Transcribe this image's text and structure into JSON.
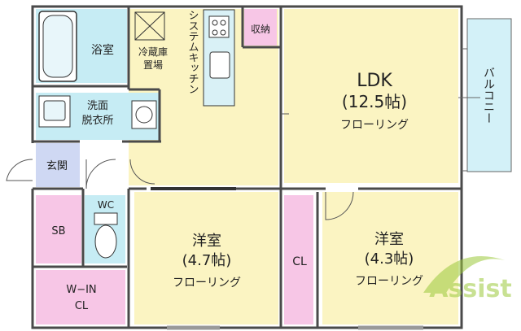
{
  "rooms": {
    "bath": "浴室",
    "fridge_line1": "冷蔵庫",
    "fridge_line2": "置場",
    "kitchen": "システムキッチン",
    "storage": "収納",
    "washroom_line1": "洗面",
    "washroom_line2": "脱衣所",
    "entrance": "玄関",
    "wc": "WC",
    "sb": "SB",
    "ldk_name": "LDK",
    "ldk_size": "(12.5帖)",
    "ldk_floor": "フローリング",
    "balcony": "バルコニー",
    "room1_name": "洋室",
    "room1_size": "(4.7帖)",
    "room1_floor": "フローリング",
    "room2_name": "洋室",
    "room2_size": "(4.3帖)",
    "room2_floor": "フローリング",
    "cl": "CL",
    "wic_line1": "W−IN",
    "wic_line2": "CL"
  },
  "watermark": "Assist",
  "colors": {
    "floor_yellow": "#fbf4c2",
    "wet_blue": "#c6ecf4",
    "storage_pink": "#f7c6e6",
    "entrance_blue": "#cfd8f3",
    "balcony_cyan": "#d3f1f8",
    "wall": "#4a4a4a",
    "watermark_green": "#9cc93c"
  }
}
